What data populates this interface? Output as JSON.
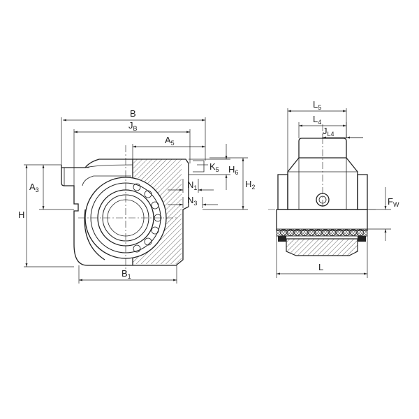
{
  "front_view": {
    "labels": {
      "B": {
        "main": "B",
        "sub": ""
      },
      "JB": {
        "main": "J",
        "sub": "B"
      },
      "A5": {
        "main": "A",
        "sub": "5"
      },
      "K5": {
        "main": "K",
        "sub": "5"
      },
      "H6": {
        "main": "H",
        "sub": "6"
      },
      "H2": {
        "main": "H",
        "sub": "2"
      },
      "N1": {
        "main": "N",
        "sub": "1"
      },
      "N3": {
        "main": "N",
        "sub": "3"
      },
      "A3": {
        "main": "A",
        "sub": "3"
      },
      "H": {
        "main": "H",
        "sub": ""
      },
      "B1": {
        "main": "B",
        "sub": "1"
      }
    }
  },
  "side_view": {
    "labels": {
      "L5": {
        "main": "L",
        "sub": "5"
      },
      "L4": {
        "main": "L",
        "sub": "4"
      },
      "JL4": {
        "main": "J",
        "sub": "L4"
      },
      "FW": {
        "main": "F",
        "sub": "W"
      },
      "L": {
        "main": "L",
        "sub": ""
      }
    }
  }
}
